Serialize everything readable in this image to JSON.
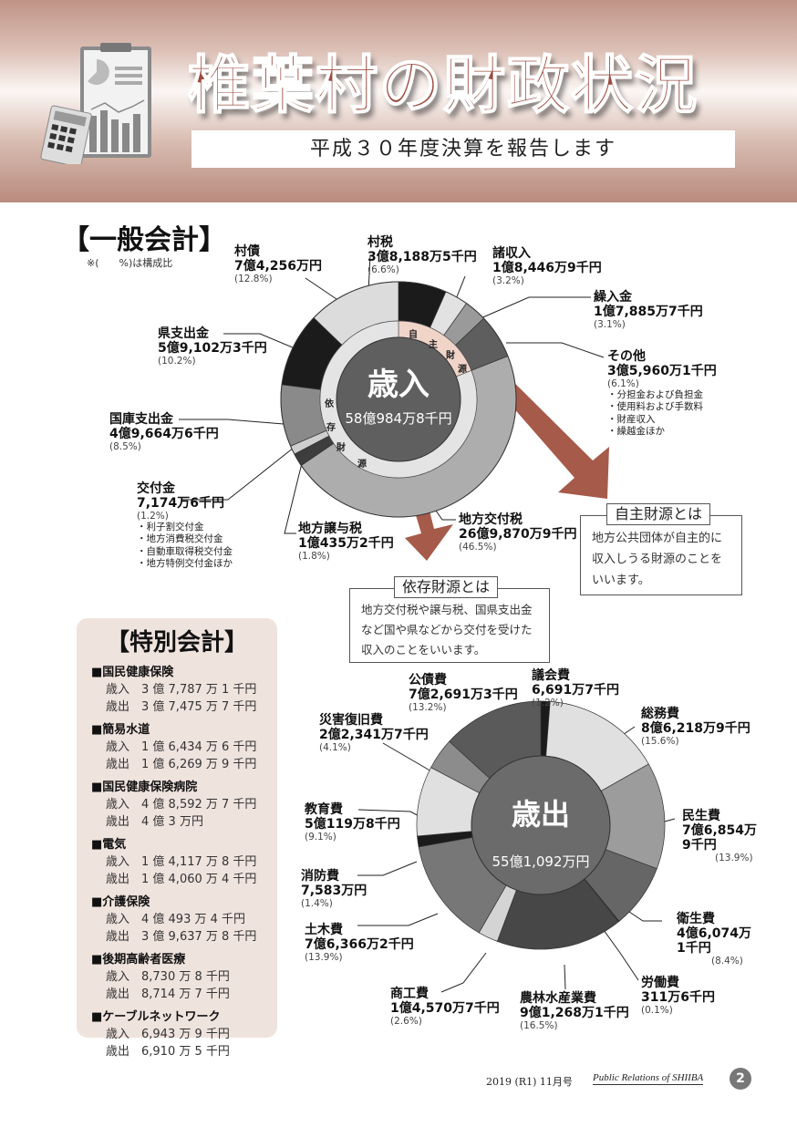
{
  "header": {
    "title": "椎葉村の財政状況",
    "subtitle": "平成３０年度決算を報告します"
  },
  "general": {
    "title": "【一般会計】",
    "note": "※(　　%)は構成比"
  },
  "revenue": {
    "center_label": "歳入",
    "center_total": "58億984万8千円",
    "ring_self": [
      "自",
      "主",
      "財",
      "源"
    ],
    "ring_dep": [
      "依",
      "存",
      "財",
      "源"
    ],
    "items": [
      {
        "name": "村税",
        "amount": "3億8,188万5千円",
        "pct": "(6.6%)"
      },
      {
        "name": "諸収入",
        "amount": "1億8,446万9千円",
        "pct": "(3.2%)"
      },
      {
        "name": "繰入金",
        "amount": "1億7,885万7千円",
        "pct": "(3.1%)"
      },
      {
        "name": "その他",
        "amount": "3億5,960万1千円",
        "pct": "(6.1%)",
        "sub": [
          "・分担金および負担金",
          "・使用料および手数料",
          "・財産収入",
          "・繰越金ほか"
        ]
      },
      {
        "name": "地方交付税",
        "amount": "26億9,870万9千円",
        "pct": "(46.5%)"
      },
      {
        "name": "地方譲与税",
        "amount": "1億435万2千円",
        "pct": "(1.8%)"
      },
      {
        "name": "交付金",
        "amount": "7,174万6千円",
        "pct": "(1.2%)",
        "sub": [
          "・利子割交付金",
          "・地方消費税交付金",
          "・自動車取得税交付金",
          "・地方特例交付金ほか"
        ]
      },
      {
        "name": "国庫支出金",
        "amount": "4億9,664万6千円",
        "pct": "(8.5%)"
      },
      {
        "name": "県支出金",
        "amount": "5億9,102万3千円",
        "pct": "(10.2%)"
      },
      {
        "name": "村債",
        "amount": "7億4,256万円",
        "pct": "(12.8%)"
      }
    ]
  },
  "self_box": {
    "title": "自主財源とは",
    "body": "地方公共団体が自主的に収入しうる財源のことをいいます。"
  },
  "dep_box": {
    "title": "依存財源とは",
    "body": "地方交付税や譲与税、国県支出金など国や県などから交付を受けた収入のことをいいます。"
  },
  "expenditure": {
    "center_label": "歳出",
    "center_total": "55億1,092万円",
    "items": [
      {
        "name": "議会費",
        "amount": "6,691万7千円",
        "pct": "(1.2%)"
      },
      {
        "name": "総務費",
        "amount": "8億6,218万9千円",
        "pct": "(15.6%)"
      },
      {
        "name": "民生費",
        "amount": "7億6,854万",
        "amount2": "9千円",
        "pct": "(13.9%)"
      },
      {
        "name": "衛生費",
        "amount": "4億6,074万",
        "amount2": "1千円",
        "pct": "(8.4%)"
      },
      {
        "name": "労働費",
        "amount": "311万6千円",
        "pct": "(0.1%)"
      },
      {
        "name": "農林水産業費",
        "amount": "9億1,268万1千円",
        "pct": "(16.5%)"
      },
      {
        "name": "商工費",
        "amount": "1億4,570万7千円",
        "pct": "(2.6%)"
      },
      {
        "name": "土木費",
        "amount": "7億6,366万2千円",
        "pct": "(13.9%)"
      },
      {
        "name": "消防費",
        "amount": "7,583万円",
        "pct": "(1.4%)"
      },
      {
        "name": "教育費",
        "amount": "5億119万8千円",
        "pct": "(9.1%)"
      },
      {
        "name": "災害復旧費",
        "amount": "2億2,341万7千円",
        "pct": "(4.1%)"
      },
      {
        "name": "公債費",
        "amount": "7億2,691万3千円",
        "pct": "(13.2%)"
      }
    ]
  },
  "special": {
    "title": "【特別会計】",
    "groups": [
      {
        "name": "■国民健康保険",
        "rows": [
          "歳入　3 億 7,787 万 1 千円",
          "歳出　3 億 7,475 万 7 千円"
        ]
      },
      {
        "name": "■簡易水道",
        "rows": [
          "歳入　1 億 6,434 万 6 千円",
          "歳出　1 億 6,269 万 9 千円"
        ]
      },
      {
        "name": "■国民健康保険病院",
        "rows": [
          "歳入　4 億 8,592 万 7 千円",
          "歳出　4 億 3 万円"
        ]
      },
      {
        "name": "■電気",
        "rows": [
          "歳入　1 億 4,117 万 8 千円",
          "歳出　1 億 4,060 万 4 千円"
        ]
      },
      {
        "name": "■介護保険",
        "rows": [
          "歳入　4 億 493 万 4 千円",
          "歳出　3 億 9,637 万 8 千円"
        ]
      },
      {
        "name": "■後期高齢者医療",
        "rows": [
          "歳入　8,730 万 8 千円",
          "歳出　8,714 万 7 千円"
        ]
      },
      {
        "name": "■ケーブルネットワーク",
        "rows": [
          "歳入　6,943 万 9 千円",
          "歳出　6,910 万 5 千円"
        ]
      }
    ]
  },
  "footer": {
    "date": "2019 (R1) 11月号",
    "publication": "Public Relations of SHIIBA",
    "page": "2"
  },
  "chart_data": [
    {
      "type": "pie",
      "title": "歳入",
      "total": "58億984万8千円",
      "unit": "%",
      "categories": [
        "村税",
        "諸収入",
        "繰入金",
        "その他",
        "地方交付税",
        "地方譲与税",
        "交付金",
        "国庫支出金",
        "県支出金",
        "村債"
      ],
      "values": [
        6.6,
        3.2,
        3.1,
        6.1,
        46.5,
        1.8,
        1.2,
        8.5,
        10.2,
        12.8
      ],
      "colors": [
        "#1b1b1b",
        "#e2e2e2",
        "#9a9a9a",
        "#5e5e5e",
        "#adadad",
        "#3d3d3d",
        "#cfcfcf",
        "#8a8a8a",
        "#1b1b1b",
        "#dcdcdc"
      ],
      "groups": [
        {
          "name": "自主財源",
          "values_index": [
            0,
            1,
            2,
            3
          ],
          "color": "#f1d4c8"
        },
        {
          "name": "依存財源",
          "values_index": [
            4,
            5,
            6,
            7,
            8,
            9
          ],
          "color": "#e4e4e4"
        }
      ]
    },
    {
      "type": "pie",
      "title": "歳出",
      "total": "55億1,092万円",
      "unit": "%",
      "categories": [
        "議会費",
        "総務費",
        "民生費",
        "衛生費",
        "労働費",
        "農林水産業費",
        "商工費",
        "土木費",
        "消防費",
        "教育費",
        "災害復旧費",
        "公債費"
      ],
      "values": [
        1.2,
        15.6,
        13.9,
        8.4,
        0.1,
        16.5,
        2.6,
        13.9,
        1.4,
        9.1,
        4.1,
        13.2
      ],
      "colors": [
        "#1b1b1b",
        "#e0e0e0",
        "#9c9c9c",
        "#666666",
        "#222222",
        "#474747",
        "#d4d4d4",
        "#777777",
        "#1b1b1b",
        "#e0e0e0",
        "#8c8c8c",
        "#5a5a5a"
      ]
    }
  ],
  "colors": {
    "accent": "#9b4b3f",
    "arrow": "#a65a4a",
    "panel": "#efe3de"
  }
}
